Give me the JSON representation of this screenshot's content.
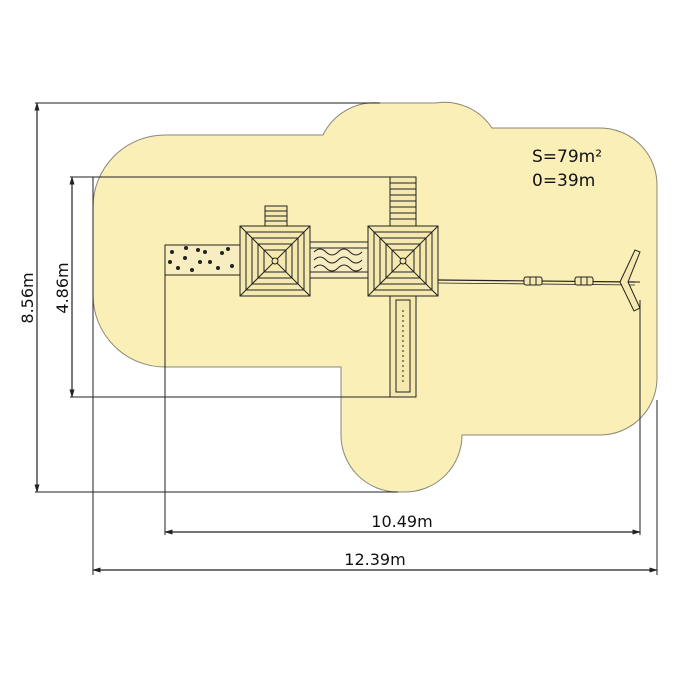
{
  "colors": {
    "zone_fill": "#faefb7",
    "zone_stroke": "#8a8678",
    "line": "#222222",
    "structure_fill": "#f6e9b0"
  },
  "dimensions": {
    "total_height": "8.56m",
    "equipment_height": "4.86m",
    "equipment_width": "10.49m",
    "total_width": "12.39m"
  },
  "area": {
    "surface": "S=79m²",
    "other": "0=39m"
  },
  "components": [
    "climbing-wall",
    "roofed-tower-left",
    "tower-ladder-small",
    "rope-bridge",
    "roofed-tower-right",
    "tower-ladder-tall",
    "slide",
    "zip-line",
    "zip-line-end-post"
  ]
}
